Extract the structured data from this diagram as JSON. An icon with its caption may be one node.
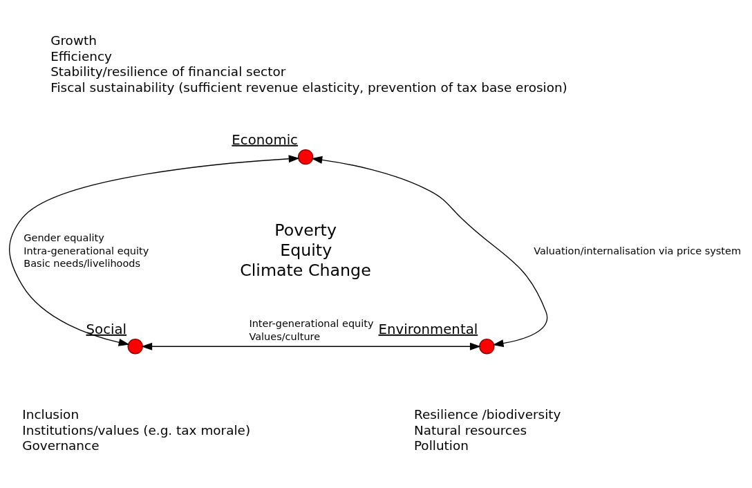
{
  "diagram": {
    "nodes": [
      {
        "text": [
          "Economic"
        ],
        "beside": [
          "Growth",
          "Efficiency",
          "Stability/resilience of financial sector",
          "Fiscal sustainability (sufficient revenue elasticity, prevention of tax base erosion)"
        ]
      },
      {
        "text": [
          "Social"
        ],
        "beside": [
          "Inclusion",
          "Institutions/values (e.g. tax morale)",
          "Governance"
        ]
      },
      {
        "text": [
          "Environmental"
        ],
        "beside": [
          "Resilience /biodiversity",
          "Natural resources",
          "Pollution"
        ]
      }
    ],
    "edges": [
      {
        "from": 0,
        "to": 1,
        "arrow": "both",
        "label": [
          "Gender equality",
          "Intra-generational equity",
          "Basic needs/livelihoods"
        ]
      },
      {
        "from": 0,
        "to": 2,
        "arrow": "both",
        "label": [
          "Valuation/internalisation via price system"
        ]
      },
      {
        "from": 1,
        "to": 2,
        "arrow": "both",
        "label": [
          "Inter-generational equity",
          "Values/culture"
        ]
      }
    ],
    "labels": [
      "Poverty",
      "Equity",
      "Climate Change"
    ]
  }
}
